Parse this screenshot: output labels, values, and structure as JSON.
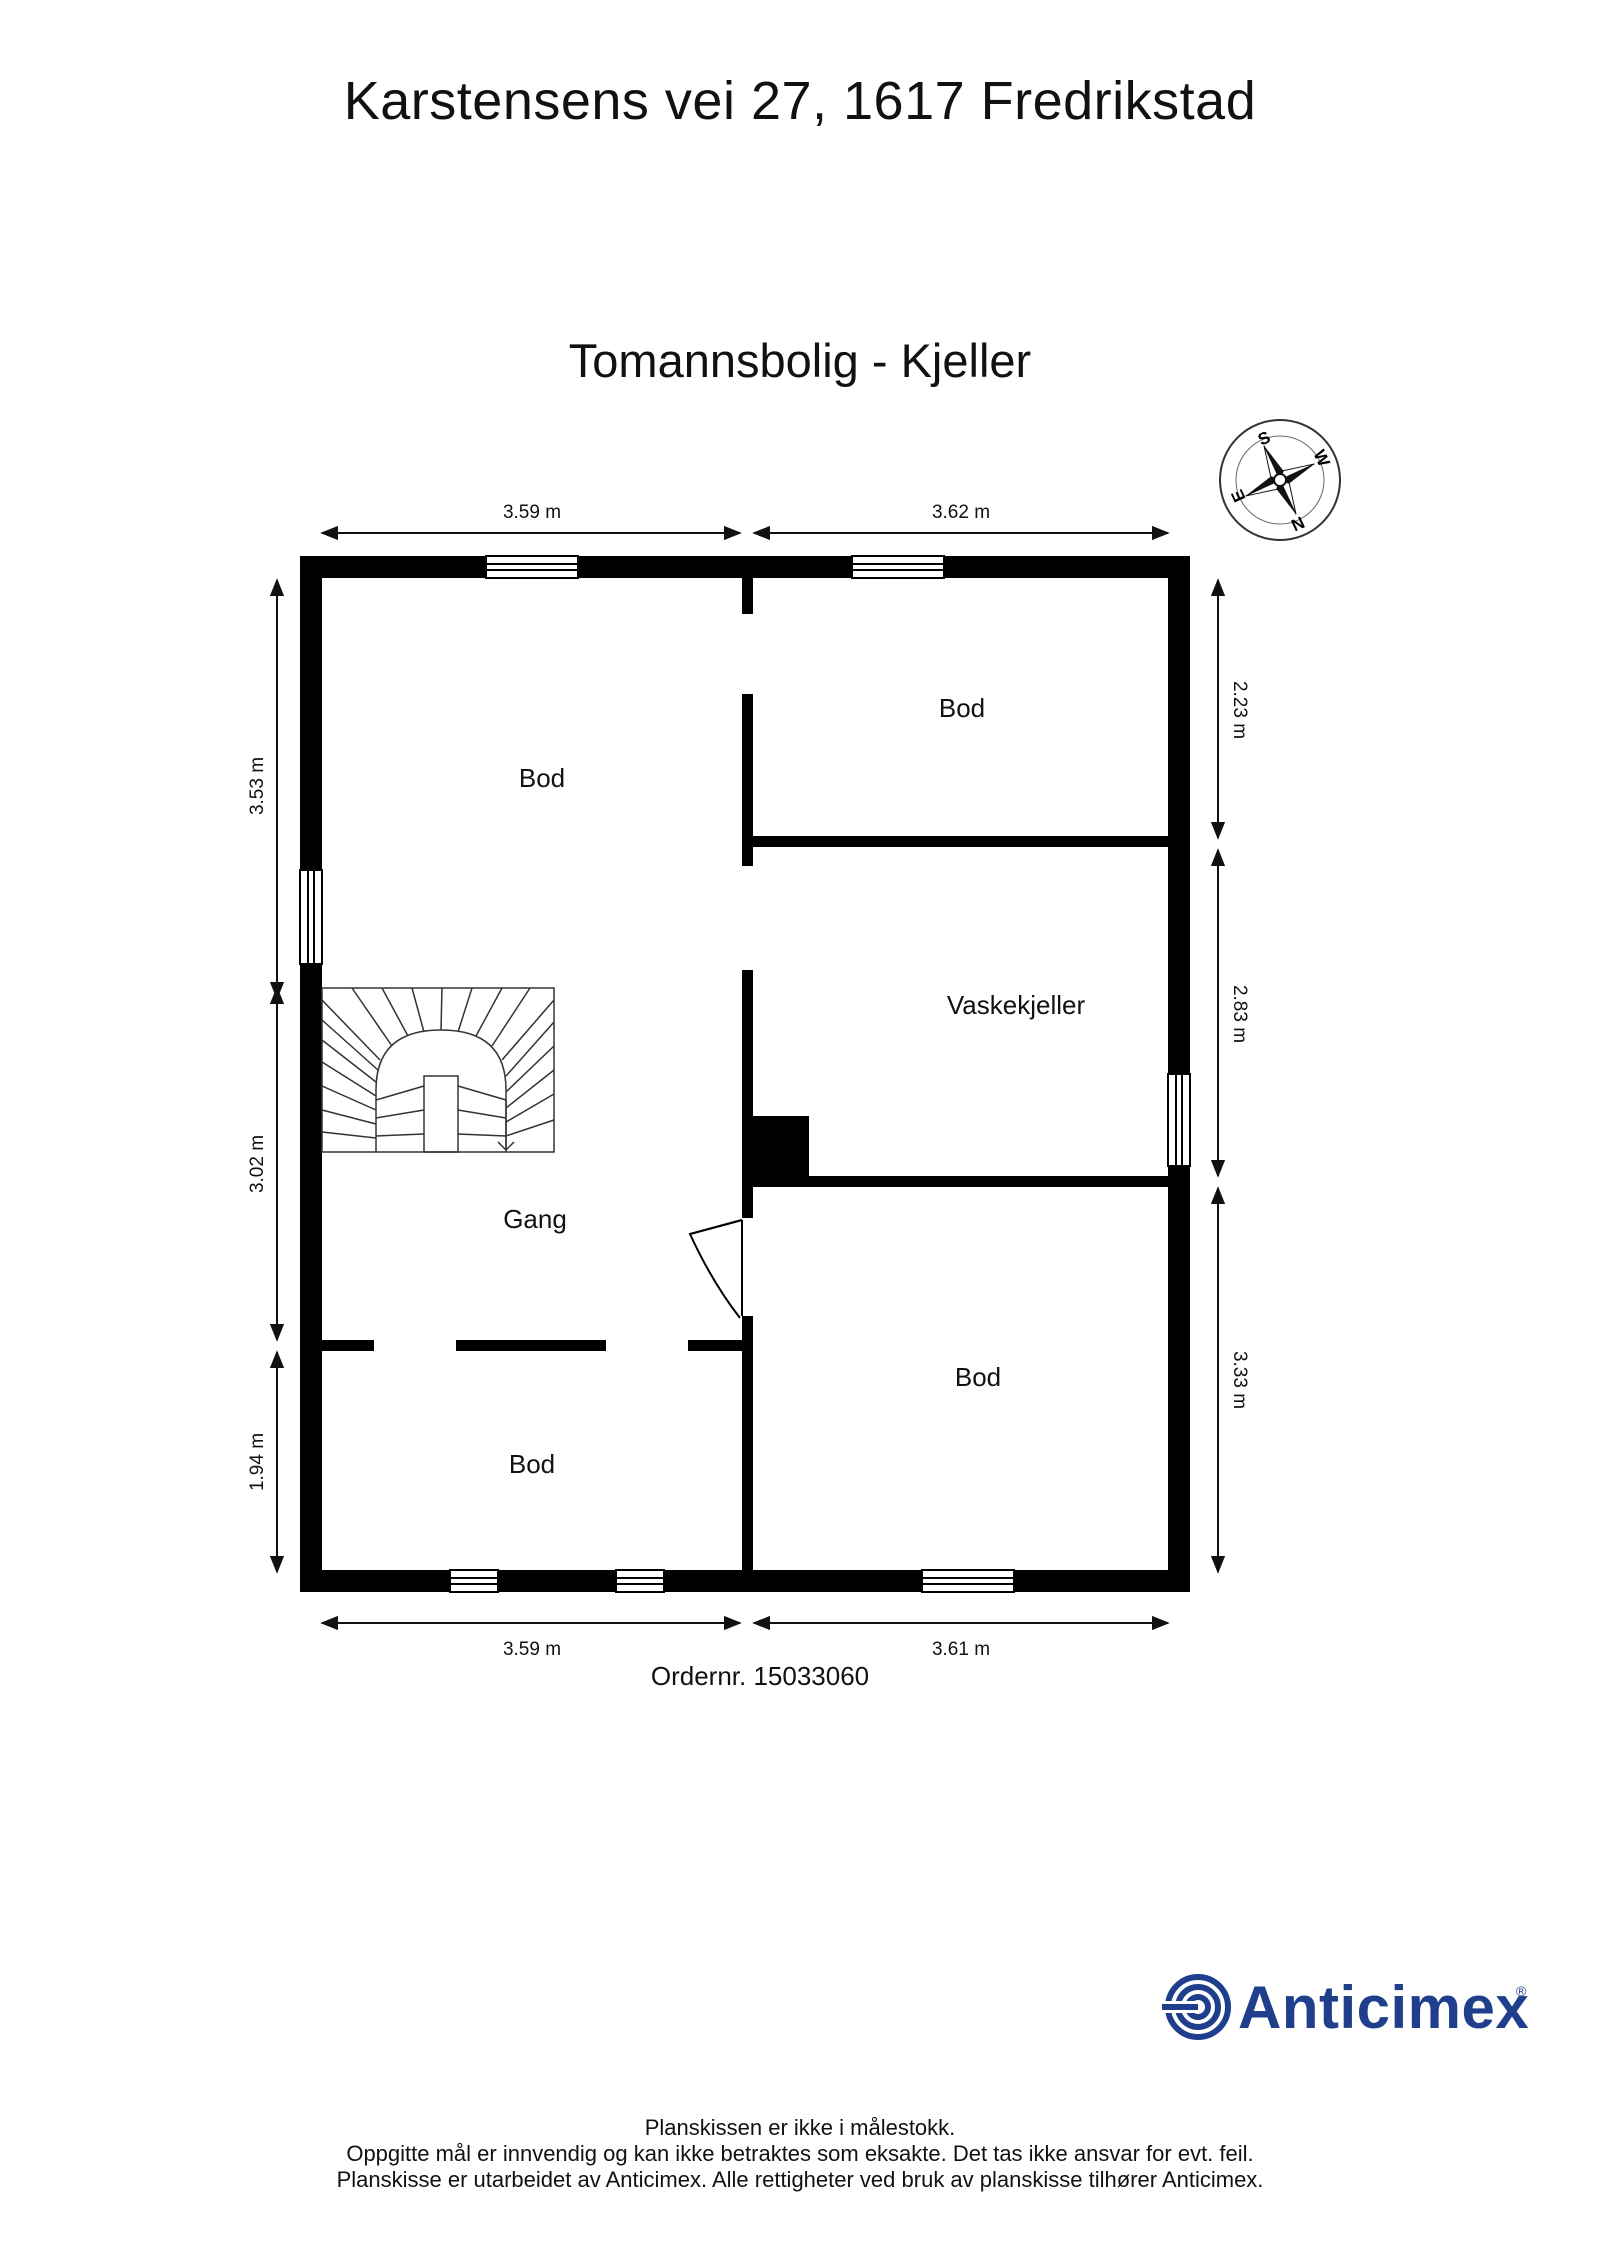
{
  "header": {
    "address": "Karstensens vei 27, 1617 Fredrikstad",
    "plan_title": "Tomannsbolig  - Kjeller"
  },
  "compass": {
    "letters": {
      "s": "S",
      "w": "W",
      "n": "N",
      "e": "E"
    }
  },
  "rooms": {
    "bod_top_left": "Bod",
    "bod_top_right": "Bod",
    "vaskekjeller": "Vaskekjeller",
    "gang": "Gang",
    "bod_bottom_left": "Bod",
    "bod_bottom_right": "Bod"
  },
  "dimensions": {
    "top_left": "3.59 m",
    "top_right": "3.62 m",
    "bottom_left": "3.59 m",
    "bottom_right": "3.61 m",
    "left_upper": "3.53 m",
    "left_middle": "3.02 m",
    "left_lower": "1.94 m",
    "right_upper": "2.23 m",
    "right_middle": "2.83 m",
    "right_lower": "3.33 m"
  },
  "order_number": "Ordernr. 15033060",
  "brand": {
    "name": "Anticimex",
    "registered": "®",
    "color": "#1f3f8c"
  },
  "disclaimer": {
    "line1": "Planskissen er ikke i målestokk.",
    "line2": "Oppgitte mål er innvendig og kan ikke betraktes som eksakte. Det tas ikke ansvar for evt. feil.",
    "line3": "Planskisse er utarbeidet av Anticimex. Alle rettigheter ved bruk av planskisse tilhører Anticimex."
  }
}
